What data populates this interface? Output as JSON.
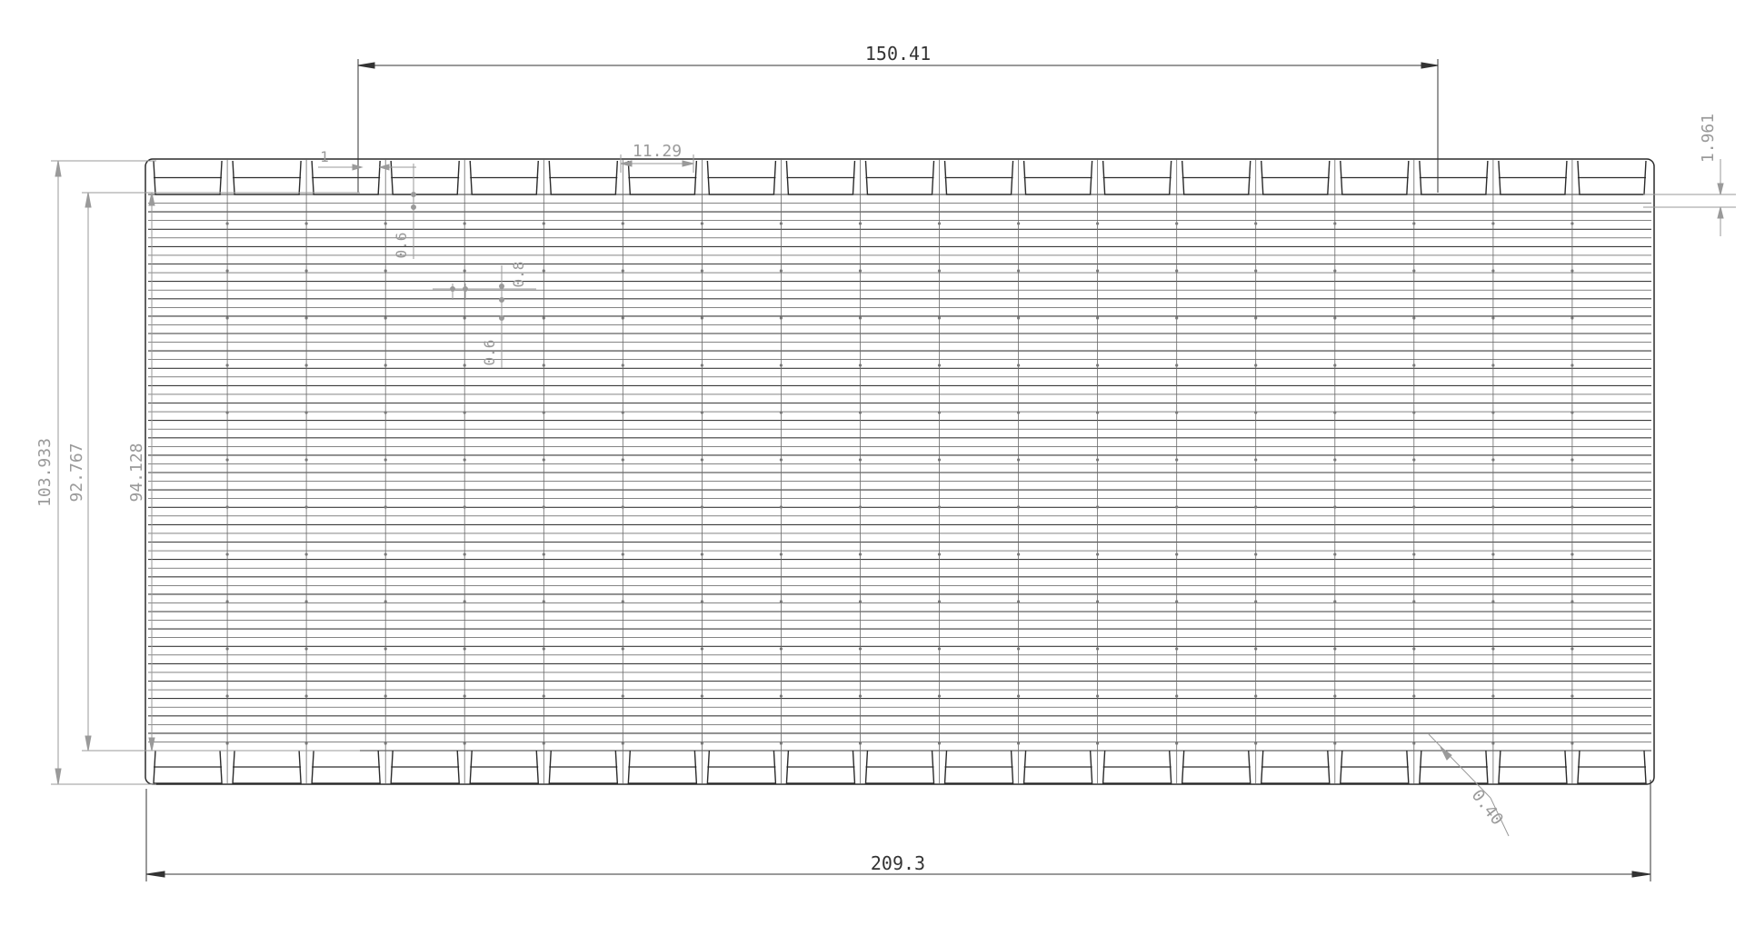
{
  "drawing": {
    "colors": {
      "outline": "#2b2b2b",
      "strip": "#3a3a3a",
      "dimension": "#333333",
      "dimension_light": "#9a9a9a",
      "background": "#ffffff"
    },
    "dimensions": {
      "total_width": "209.3",
      "top_span": "150.41",
      "cell_width": "11.29",
      "edge_offset": "1",
      "corner_step": "1.961",
      "total_height": "103.933",
      "inner_height": "92.767",
      "cell_height": "94.128",
      "gap_vertical": "0.6",
      "gap_small": "0.8",
      "gap_small_2": "0.6",
      "fillet": "0.40"
    },
    "structure": {
      "columns": 19,
      "strip_rows": 64
    }
  }
}
